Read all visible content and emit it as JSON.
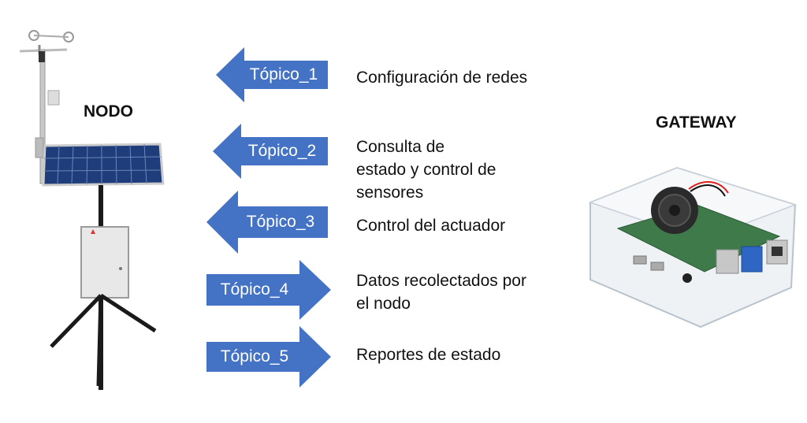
{
  "nodo_label": "NODO",
  "gateway_label": "GATEWAY",
  "colors": {
    "arrow": "#4472C4",
    "arrow_text": "#ffffff"
  },
  "topics": [
    {
      "name": "Tópico_1",
      "direction": "to-node",
      "description": [
        "Configuración de redes"
      ]
    },
    {
      "name": "Tópico_2",
      "direction": "to-node",
      "description": [
        "Consulta de",
        "estado y control de",
        "sensores"
      ]
    },
    {
      "name": "Tópico_3",
      "direction": "to-node",
      "description": [
        "Control del actuador"
      ]
    },
    {
      "name": "Tópico_4",
      "direction": "to-gateway",
      "description": [
        "Datos recolectados por",
        "el nodo"
      ]
    },
    {
      "name": "Tópico_5",
      "direction": "to-gateway",
      "description": [
        "Reportes de estado"
      ]
    }
  ]
}
